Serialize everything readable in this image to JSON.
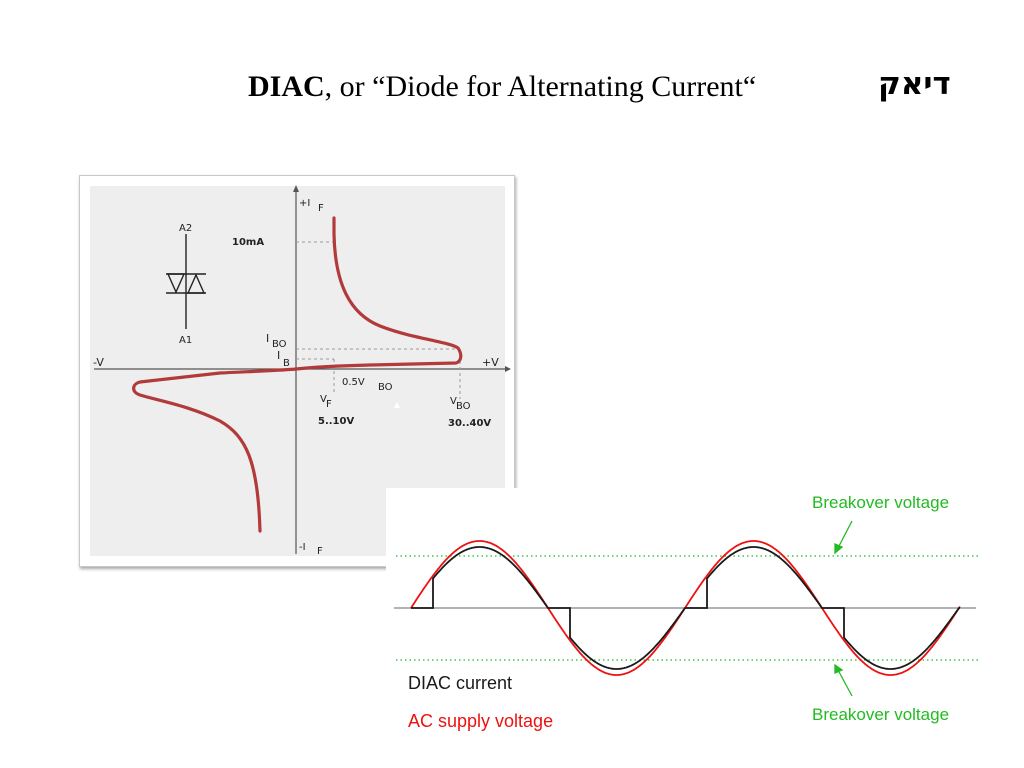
{
  "slide": {
    "title_bold": "DIAC",
    "title_rest": ", or “Diode for Alternating Current“",
    "hebrew": "דיאק"
  },
  "iv_diagram": {
    "symbol_top": "A2",
    "symbol_bottom": "A1",
    "axis_top_main": "+I",
    "axis_top_sub": "F",
    "axis_bottom_main": "-I",
    "axis_bottom_sub": "F",
    "axis_left": "-V",
    "axis_right": "+V",
    "current_mark": "10mA",
    "ibo_main": "I",
    "ibo_sub": "BO",
    "ib_main": "I",
    "ib_sub": "B",
    "vbo_small_main": "0.5V",
    "vbo_small_sub": "BO",
    "vf_main": "V",
    "vf_sub": "F",
    "vf_range": "5..10V",
    "vbo_main": "V",
    "vbo_sub": "BO",
    "vbo_range": "30..40V",
    "colors": {
      "curve": "#b23a3a",
      "panel": "#eeeeee",
      "axis": "#555555"
    }
  },
  "waveform": {
    "breakover_top": "Breakover voltage",
    "breakover_bottom": "Breakover voltage",
    "legend_current": "DIAC current",
    "legend_voltage": "AC supply voltage",
    "colors": {
      "current": "#1a1a1a",
      "voltage": "#ee1111",
      "threshold": "#22bb22",
      "baseline": "#999999"
    }
  }
}
